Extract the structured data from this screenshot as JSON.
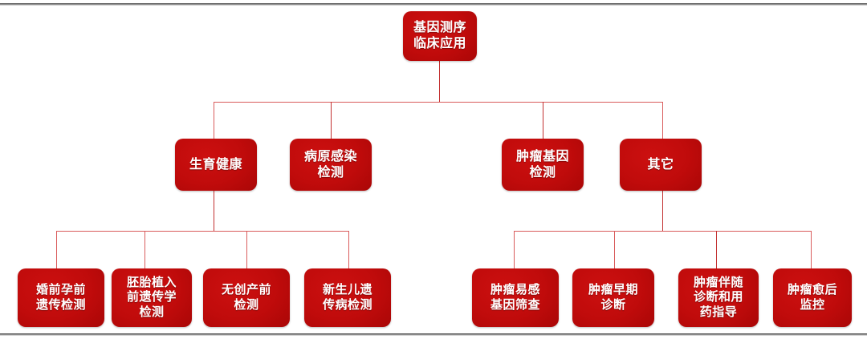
{
  "diagram": {
    "type": "tree-hierarchy",
    "title_node": "基因测序\n临床应用",
    "accent_color": "#c00b0b",
    "line_color": "#d95c5c",
    "rule_color": "#5a5a5a",
    "root": {
      "label": "基因测序\n临床应用"
    },
    "level2": [
      {
        "label": "生育健康"
      },
      {
        "label": "病原感染\n检测"
      },
      {
        "label": "肿瘤基因\n检测"
      },
      {
        "label": "其它"
      }
    ],
    "leaves_left": [
      {
        "label": "婚前孕前\n遗传检测"
      },
      {
        "label": "胚胎植入\n前遗传学\n检测"
      },
      {
        "label": "无创产前\n检测"
      },
      {
        "label": "新生儿遗\n传病检测"
      }
    ],
    "leaves_right": [
      {
        "label": "肿瘤易感\n基因筛查"
      },
      {
        "label": "肿瘤早期\n诊断"
      },
      {
        "label": "肿瘤伴随\n诊断和用\n药指导"
      },
      {
        "label": "肿瘤愈后\n监控"
      }
    ]
  }
}
